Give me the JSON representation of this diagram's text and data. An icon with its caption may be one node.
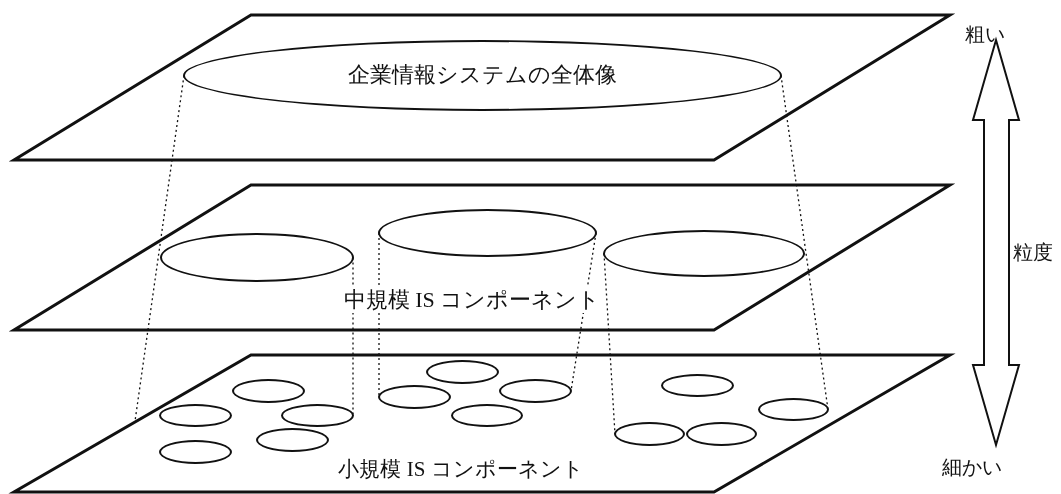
{
  "diagram": {
    "nodes": [
      {
        "text": [],
        "shape": "parallelogram"
      },
      {
        "text": [
          "企業情報システムの全体像"
        ],
        "in": 0
      },
      {
        "text": [
          "中規模 IS コンポーネント"
        ]
      },
      {
        "text": [],
        "shape": "ellipse",
        "in": 2
      },
      {
        "text": [],
        "shape": "ellipse",
        "in": 2
      },
      {
        "text": [],
        "shape": "ellipse",
        "in": 2
      },
      {
        "text": [
          "小規模 IS コンポーネント"
        ]
      },
      {
        "text": [],
        "shape": "ellipse",
        "in": 6
      },
      {
        "text": [],
        "shape": "ellipse",
        "in": 6
      },
      {
        "text": [],
        "shape": "ellipse",
        "in": 6
      },
      {
        "text": [],
        "shape": "ellipse",
        "in": 6
      },
      {
        "text": [],
        "shape": "ellipse",
        "in": 6
      },
      {
        "text": [],
        "shape": "ellipse",
        "in": 6
      },
      {
        "text": [],
        "shape": "ellipse",
        "in": 6
      },
      {
        "text": [],
        "shape": "ellipse",
        "in": 6
      },
      {
        "text": [],
        "shape": "ellipse",
        "in": 6
      },
      {
        "text": [],
        "shape": "ellipse",
        "in": 6
      },
      {
        "text": [],
        "shape": "ellipse",
        "in": 6
      },
      {
        "text": [],
        "shape": "ellipse",
        "in": 6
      },
      {
        "text": [],
        "shape": "ellipse",
        "in": 6
      }
    ],
    "edges": [
      {
        "from": 1,
        "to": 6,
        "arrow": "none",
        "style": "dashed"
      },
      {
        "from": 1,
        "to": 15,
        "arrow": "none",
        "style": "dashed"
      },
      {
        "from": 3,
        "to": 13,
        "arrow": "none",
        "style": "dashed"
      },
      {
        "from": 4,
        "to": 11,
        "arrow": "none",
        "style": "dashed"
      },
      {
        "from": 4,
        "to": 9,
        "arrow": "none",
        "style": "dashed"
      },
      {
        "from": 5,
        "to": 17,
        "arrow": "none",
        "style": "dashed"
      }
    ],
    "labels": [
      "粗い",
      "粒度",
      "細かい"
    ]
  }
}
